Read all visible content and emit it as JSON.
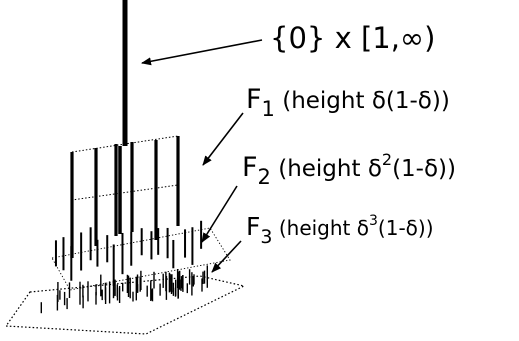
{
  "labels": {
    "top_label": "{0} x [1,∞)",
    "f1": {
      "symbol": "F",
      "sub": "1",
      "text": " (height δ(1-δ))"
    },
    "f2": {
      "symbol": "F",
      "sub": "2",
      "pre": " (height δ",
      "sup": "2",
      "post": "(1-δ))"
    },
    "f3": {
      "symbol": "F",
      "sub": "3",
      "pre": " (height δ",
      "sup": "3",
      "post": "(1-δ))"
    }
  },
  "colors": {
    "ink": "#000000",
    "background": "#ffffff"
  }
}
